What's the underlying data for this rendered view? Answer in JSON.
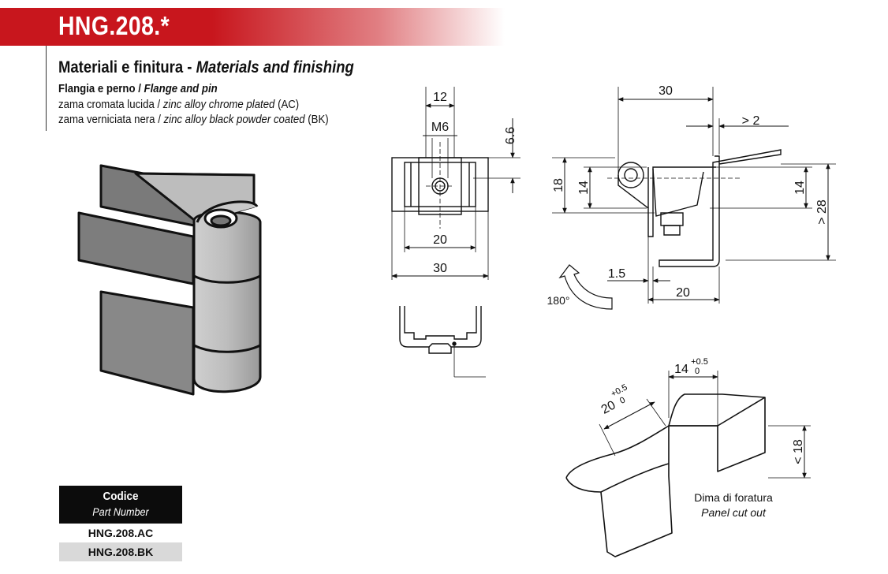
{
  "header": {
    "title": "HNG.208.*"
  },
  "materials": {
    "title_it": "Materiali e finitura - ",
    "title_en": "Materials and finishing",
    "sub_it": "Flangia e perno / ",
    "sub_en": "Flange and pin",
    "lines": [
      {
        "it": "zama cromata lucida / ",
        "en": "zinc alloy chrome plated",
        "code": " (AC)"
      },
      {
        "it": "zama verniciata nera / ",
        "en": "zinc alloy black powder coated",
        "code": " (BK)"
      }
    ]
  },
  "dimensions": {
    "front_width_top": "12",
    "thread": "M6",
    "height_small": "6.6",
    "inner_width": "20",
    "outer_width": "30",
    "side_width": "30",
    "gap": "> 2",
    "height_18": "18",
    "height_14_left": "14",
    "height_14_right": "14",
    "height_28": "> 28",
    "thickness": "1.5",
    "base_20": "20",
    "rotation": "180°",
    "cut_width": "14",
    "cut_width_tol_plus": "+0.5",
    "cut_width_tol_zero": "0",
    "cut_depth": "20",
    "cut_depth_tol_plus": "+0.5",
    "cut_depth_tol_zero": "0",
    "cut_height": "< 18"
  },
  "cutout": {
    "label_it": "Dima di foratura",
    "label_en": "Panel cut out"
  },
  "part_table": {
    "header": "Codice",
    "subheader": "Part Number",
    "rows": [
      "HNG.208.AC",
      "HNG.208.BK"
    ]
  }
}
